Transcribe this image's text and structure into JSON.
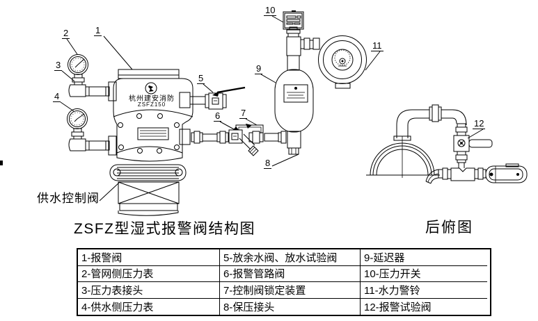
{
  "title": "ZSFZ型湿式报警阀结构图",
  "rear_view_label": "后俯图",
  "supply_valve_label": "供水控制阀",
  "valve_body": {
    "brand": "杭州建安消防",
    "model": "ZSFZ150"
  },
  "callouts": [
    "1",
    "2",
    "3",
    "4",
    "5",
    "6",
    "7",
    "8",
    "9",
    "10",
    "11",
    "12"
  ],
  "legend": {
    "rows": [
      [
        "1-报警阀",
        "5-放余水阀、放水试验阀",
        "9-延迟器"
      ],
      [
        "2-管网侧压力表",
        "6-报警管路阀",
        "10-压力开关"
      ],
      [
        "3-压力表接头",
        "7-控制阀锁定装置",
        "11-水力警铃"
      ],
      [
        "4-供水侧压力表",
        "8-保压接头",
        "12-报警试验阀"
      ]
    ]
  },
  "colors": {
    "line": "#000000",
    "background": "#ffffff"
  }
}
